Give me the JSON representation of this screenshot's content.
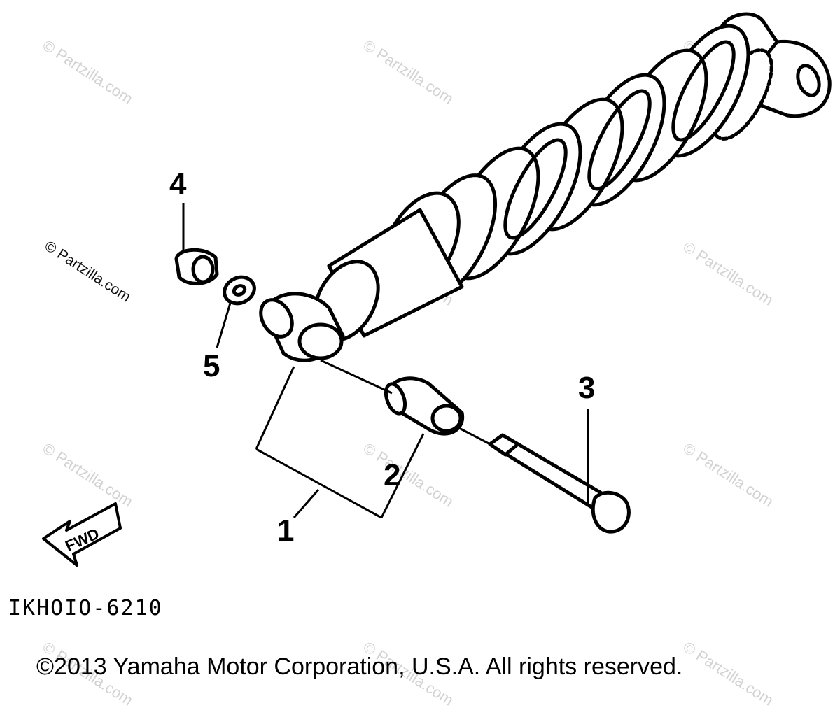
{
  "watermark": {
    "text": "© Partzilla.com"
  },
  "callouts": [
    {
      "label": "1",
      "part": "shock-absorber-assembly"
    },
    {
      "label": "2",
      "part": "bushing"
    },
    {
      "label": "3",
      "part": "bolt"
    },
    {
      "label": "4",
      "part": "nut"
    },
    {
      "label": "5",
      "part": "washer"
    }
  ],
  "fwd_arrow": {
    "label": "FWD"
  },
  "diagram_code": "IKHOIO-6210",
  "copyright": "©2013 Yamaha Motor Corporation, U.S.A. All rights reserved."
}
